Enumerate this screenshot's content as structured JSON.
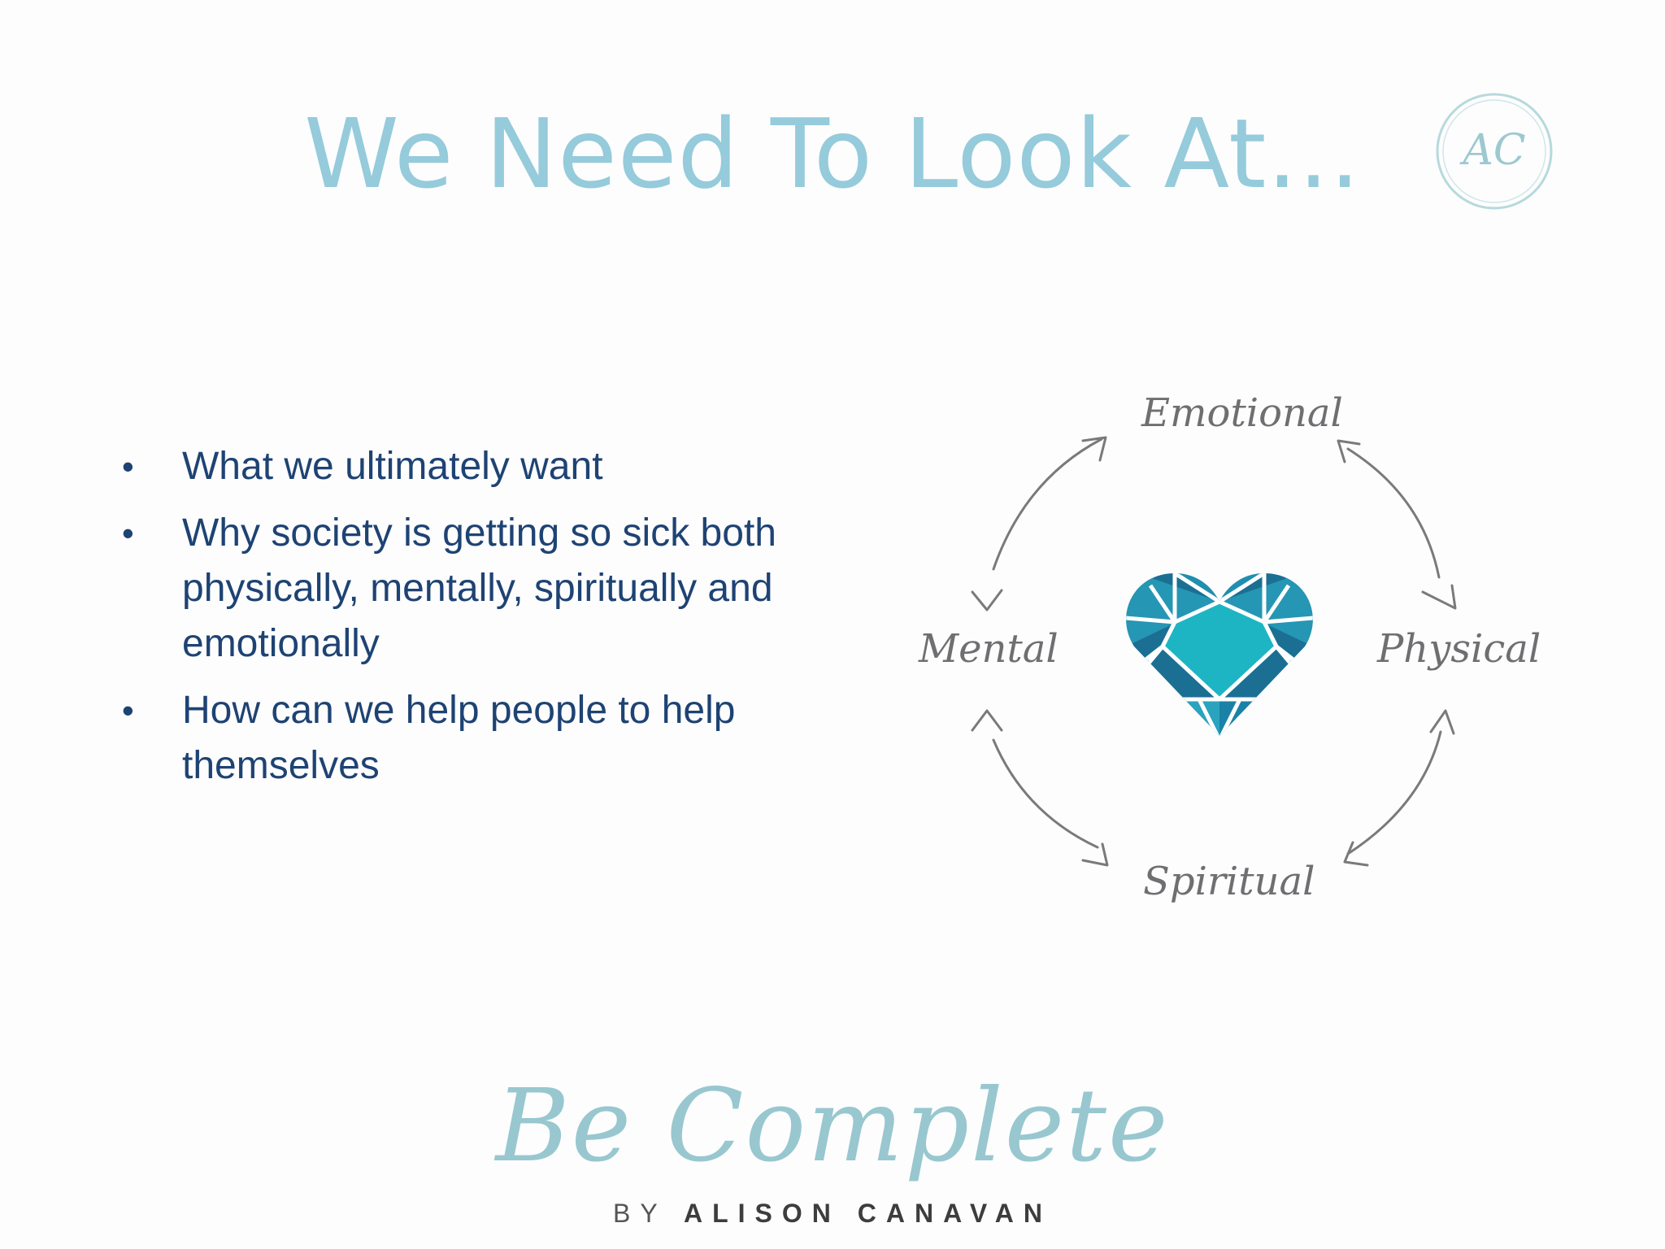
{
  "slide": {
    "title": "We Need To Look At...",
    "seal_monogram": "AC"
  },
  "bullets": [
    "What we ultimately want",
    "Why society is getting so sick both physically, mentally, spiritually and emotionally",
    "How can we help people to help themselves"
  ],
  "cycle": {
    "labels": {
      "top": "Emotional",
      "left": "Mental",
      "right": "Physical",
      "bottom": "Spiritual"
    },
    "center_icon": "heart-gem-icon",
    "colors": {
      "gem_dark": "#1b6f93",
      "gem_mid": "#2596b4",
      "gem_light": "#1db5c3",
      "arrow": "#7a7a7c"
    }
  },
  "brand": {
    "script": "Be Complete",
    "by": "BY",
    "name": "ALISON CANAVAN"
  },
  "colors": {
    "title": "#95cbdb",
    "body_text": "#1e4373"
  }
}
